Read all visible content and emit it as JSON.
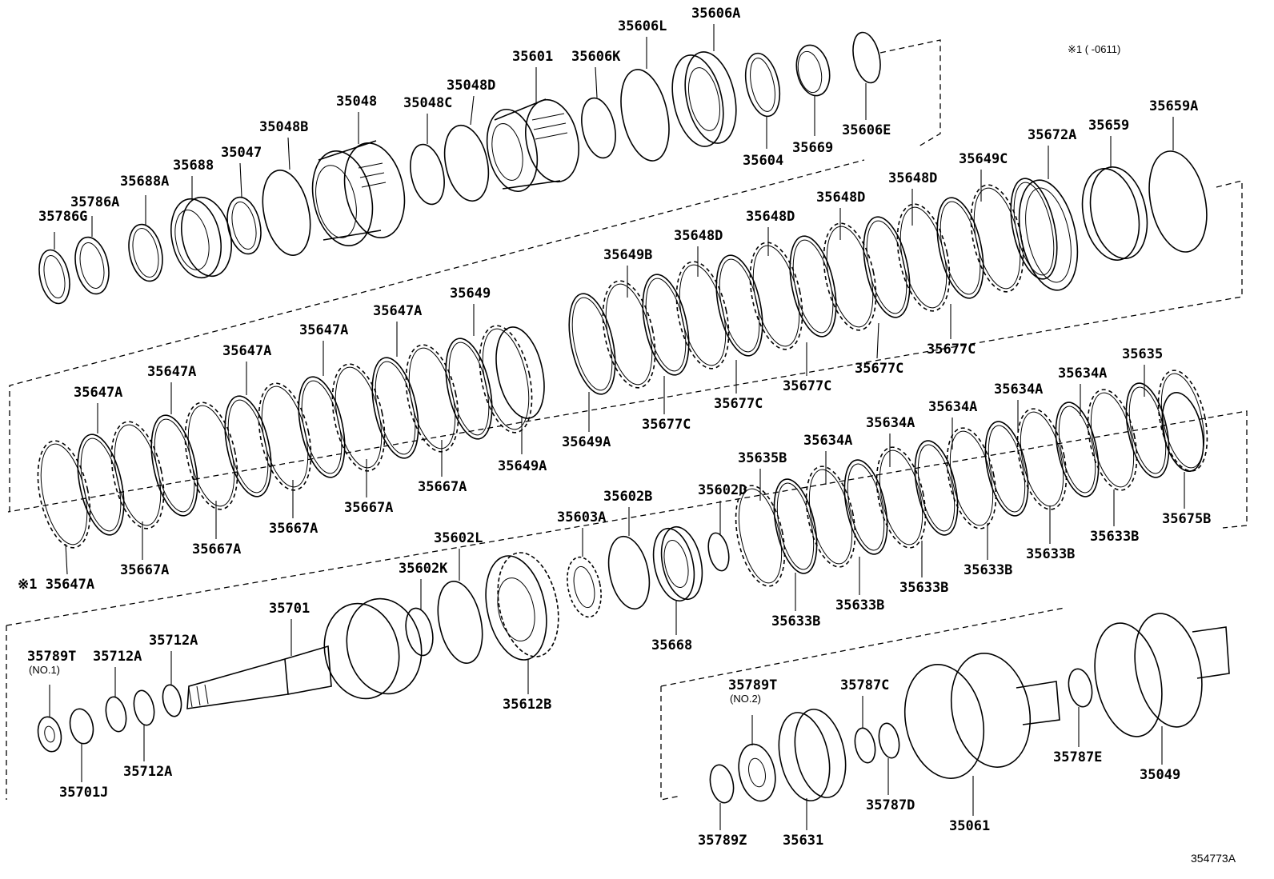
{
  "figure_id": "354773A",
  "footnote": "※1 (      -0611)",
  "callouts": [
    {
      "id": "35786G",
      "label": "35786G"
    },
    {
      "id": "35786A",
      "label": "35786A"
    },
    {
      "id": "35688A",
      "label": "35688A"
    },
    {
      "id": "35688",
      "label": "35688"
    },
    {
      "id": "35047",
      "label": "35047"
    },
    {
      "id": "35048B",
      "label": "35048B"
    },
    {
      "id": "35048",
      "label": "35048"
    },
    {
      "id": "35048C",
      "label": "35048C"
    },
    {
      "id": "35048D",
      "label": "35048D"
    },
    {
      "id": "35601",
      "label": "35601"
    },
    {
      "id": "35606K",
      "label": "35606K"
    },
    {
      "id": "35606L",
      "label": "35606L"
    },
    {
      "id": "35606A",
      "label": "35606A"
    },
    {
      "id": "35604",
      "label": "35604"
    },
    {
      "id": "35669",
      "label": "35669"
    },
    {
      "id": "35606E",
      "label": "35606E"
    },
    {
      "id": "35672A",
      "label": "35672A"
    },
    {
      "id": "35659",
      "label": "35659"
    },
    {
      "id": "35659A",
      "label": "35659A"
    },
    {
      "id": "35649C",
      "label": "35649C"
    },
    {
      "id": "35648D-1",
      "label": "35648D"
    },
    {
      "id": "35648D-2",
      "label": "35648D"
    },
    {
      "id": "35648D-3",
      "label": "35648D"
    },
    {
      "id": "35648D-4",
      "label": "35648D"
    },
    {
      "id": "35649B",
      "label": "35649B"
    },
    {
      "id": "35677C-1",
      "label": "35677C"
    },
    {
      "id": "35677C-2",
      "label": "35677C"
    },
    {
      "id": "35677C-3",
      "label": "35677C"
    },
    {
      "id": "35677C-4",
      "label": "35677C"
    },
    {
      "id": "35677C-5",
      "label": "35677C"
    },
    {
      "id": "35649A-1",
      "label": "35649A"
    },
    {
      "id": "35649A-2",
      "label": "35649A"
    },
    {
      "id": "35649",
      "label": "35649"
    },
    {
      "id": "35647A-1",
      "label": "35647A"
    },
    {
      "id": "35647A-2",
      "label": "35647A"
    },
    {
      "id": "35647A-3",
      "label": "35647A"
    },
    {
      "id": "35647A-4",
      "label": "35647A"
    },
    {
      "id": "35647A-5",
      "label": "35647A"
    },
    {
      "id": "35647A-6",
      "label": "35647A"
    },
    {
      "id": "35647A-7",
      "label": "※1 35647A"
    },
    {
      "id": "35667A-1",
      "label": "35667A"
    },
    {
      "id": "35667A-2",
      "label": "35667A"
    },
    {
      "id": "35667A-3",
      "label": "35667A"
    },
    {
      "id": "35667A-4",
      "label": "35667A"
    },
    {
      "id": "35667A-5",
      "label": "35667A"
    },
    {
      "id": "35635",
      "label": "35635"
    },
    {
      "id": "35634A-1",
      "label": "35634A"
    },
    {
      "id": "35634A-2",
      "label": "35634A"
    },
    {
      "id": "35634A-3",
      "label": "35634A"
    },
    {
      "id": "35634A-4",
      "label": "35634A"
    },
    {
      "id": "35634A-5",
      "label": "35634A"
    },
    {
      "id": "35635B",
      "label": "35635B"
    },
    {
      "id": "35602D",
      "label": "35602D"
    },
    {
      "id": "35602B",
      "label": "35602B"
    },
    {
      "id": "35603A",
      "label": "35603A"
    },
    {
      "id": "35602L",
      "label": "35602L"
    },
    {
      "id": "35602K",
      "label": "35602K"
    },
    {
      "id": "35633B-1",
      "label": "35633B"
    },
    {
      "id": "35633B-2",
      "label": "35633B"
    },
    {
      "id": "35633B-3",
      "label": "35633B"
    },
    {
      "id": "35633B-4",
      "label": "35633B"
    },
    {
      "id": "35633B-5",
      "label": "35633B"
    },
    {
      "id": "35633B-6",
      "label": "35633B"
    },
    {
      "id": "35675B",
      "label": "35675B"
    },
    {
      "id": "35668",
      "label": "35668"
    },
    {
      "id": "35612B",
      "label": "35612B"
    },
    {
      "id": "35701",
      "label": "35701"
    },
    {
      "id": "35789T-1",
      "label": "35789T",
      "sub": "(NO.1)"
    },
    {
      "id": "35712A-1",
      "label": "35712A"
    },
    {
      "id": "35712A-2",
      "label": "35712A"
    },
    {
      "id": "35712A-3",
      "label": "35712A"
    },
    {
      "id": "35701J",
      "label": "35701J"
    },
    {
      "id": "35789T-2",
      "label": "35789T",
      "sub": "(NO.2)"
    },
    {
      "id": "35787C",
      "label": "35787C"
    },
    {
      "id": "35787E",
      "label": "35787E"
    },
    {
      "id": "35049",
      "label": "35049"
    },
    {
      "id": "35787D",
      "label": "35787D"
    },
    {
      "id": "35061",
      "label": "35061"
    },
    {
      "id": "35631",
      "label": "35631"
    },
    {
      "id": "35789Z",
      "label": "35789Z"
    }
  ]
}
